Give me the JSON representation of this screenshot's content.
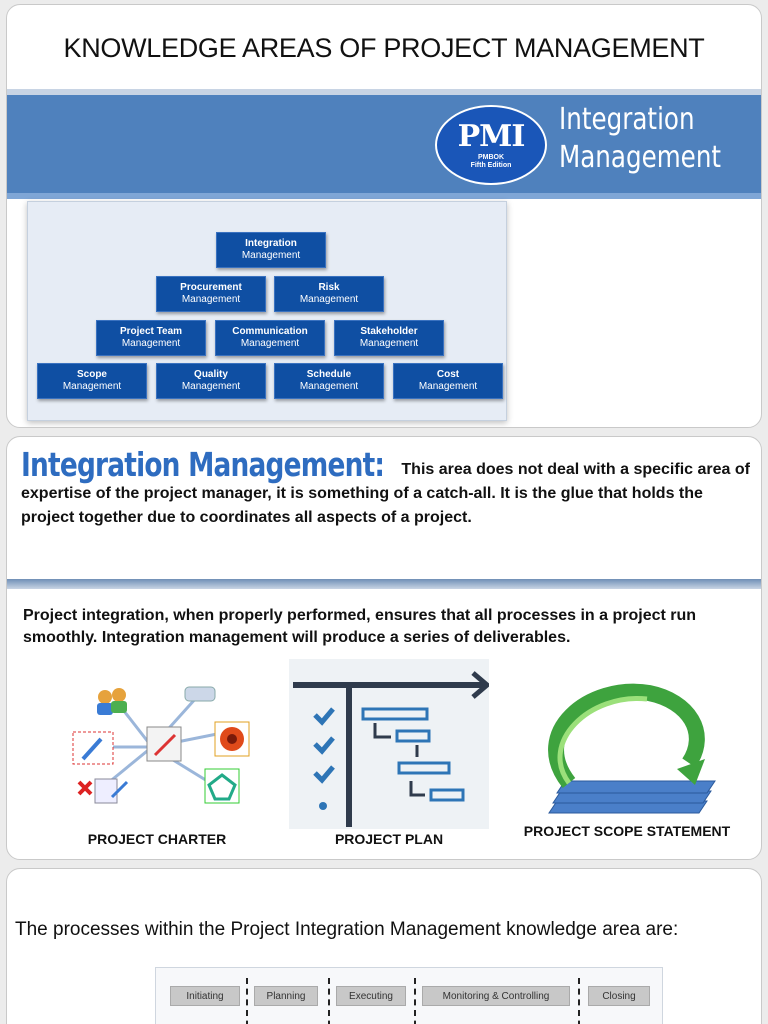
{
  "slide1": {
    "title": "KNOWLEDGE AREAS OF PROJECT MANAGEMENT",
    "logo": {
      "text": "PMI",
      "sub1": "PMBOK",
      "sub2": "Fifth Edition"
    },
    "band_title_line1": "Integration",
    "band_title_line2": "Management",
    "org_chart": {
      "row1": [
        {
          "title": "Integration",
          "sub": "Management"
        }
      ],
      "row2": [
        {
          "title": "Procurement",
          "sub": "Management"
        },
        {
          "title": "Risk",
          "sub": "Management"
        }
      ],
      "row3": [
        {
          "title": "Project Team",
          "sub": "Management"
        },
        {
          "title": "Communication",
          "sub": "Management"
        },
        {
          "title": "Stakeholder",
          "sub": "Management"
        }
      ],
      "row4": [
        {
          "title": "Scope",
          "sub": "Management"
        },
        {
          "title": "Quality",
          "sub": "Management"
        },
        {
          "title": "Schedule",
          "sub": "Management"
        },
        {
          "title": "Cost",
          "sub": "Management"
        }
      ]
    },
    "colors": {
      "band": "#4f81bd",
      "box": "#0f4fa3"
    }
  },
  "slide2": {
    "heading": "Integration Management:",
    "para1": "This area does not deal with a specific area of expertise of the project manager, it is something of a catch-all. It is the glue that holds the project together due to coordinates all aspects of a project.",
    "para2": "Project integration, when properly performed, ensures that all processes in a project run smoothly. Integration management will produce a series of deliverables.",
    "deliverables": [
      {
        "caption": "PROJECT CHARTER",
        "icon": "project-charter-mindmap-icon"
      },
      {
        "caption": "PROJECT PLAN",
        "icon": "gantt-checklist-icon"
      },
      {
        "caption": "PROJECT SCOPE STATEMENT",
        "icon": "scope-cycle-icon"
      }
    ]
  },
  "slide3": {
    "text": "The processes within the Project Integration Management knowledge area are:",
    "process_groups": [
      "Initiating",
      "Planning",
      "Executing",
      "Monitoring & Controlling",
      "Closing"
    ]
  }
}
